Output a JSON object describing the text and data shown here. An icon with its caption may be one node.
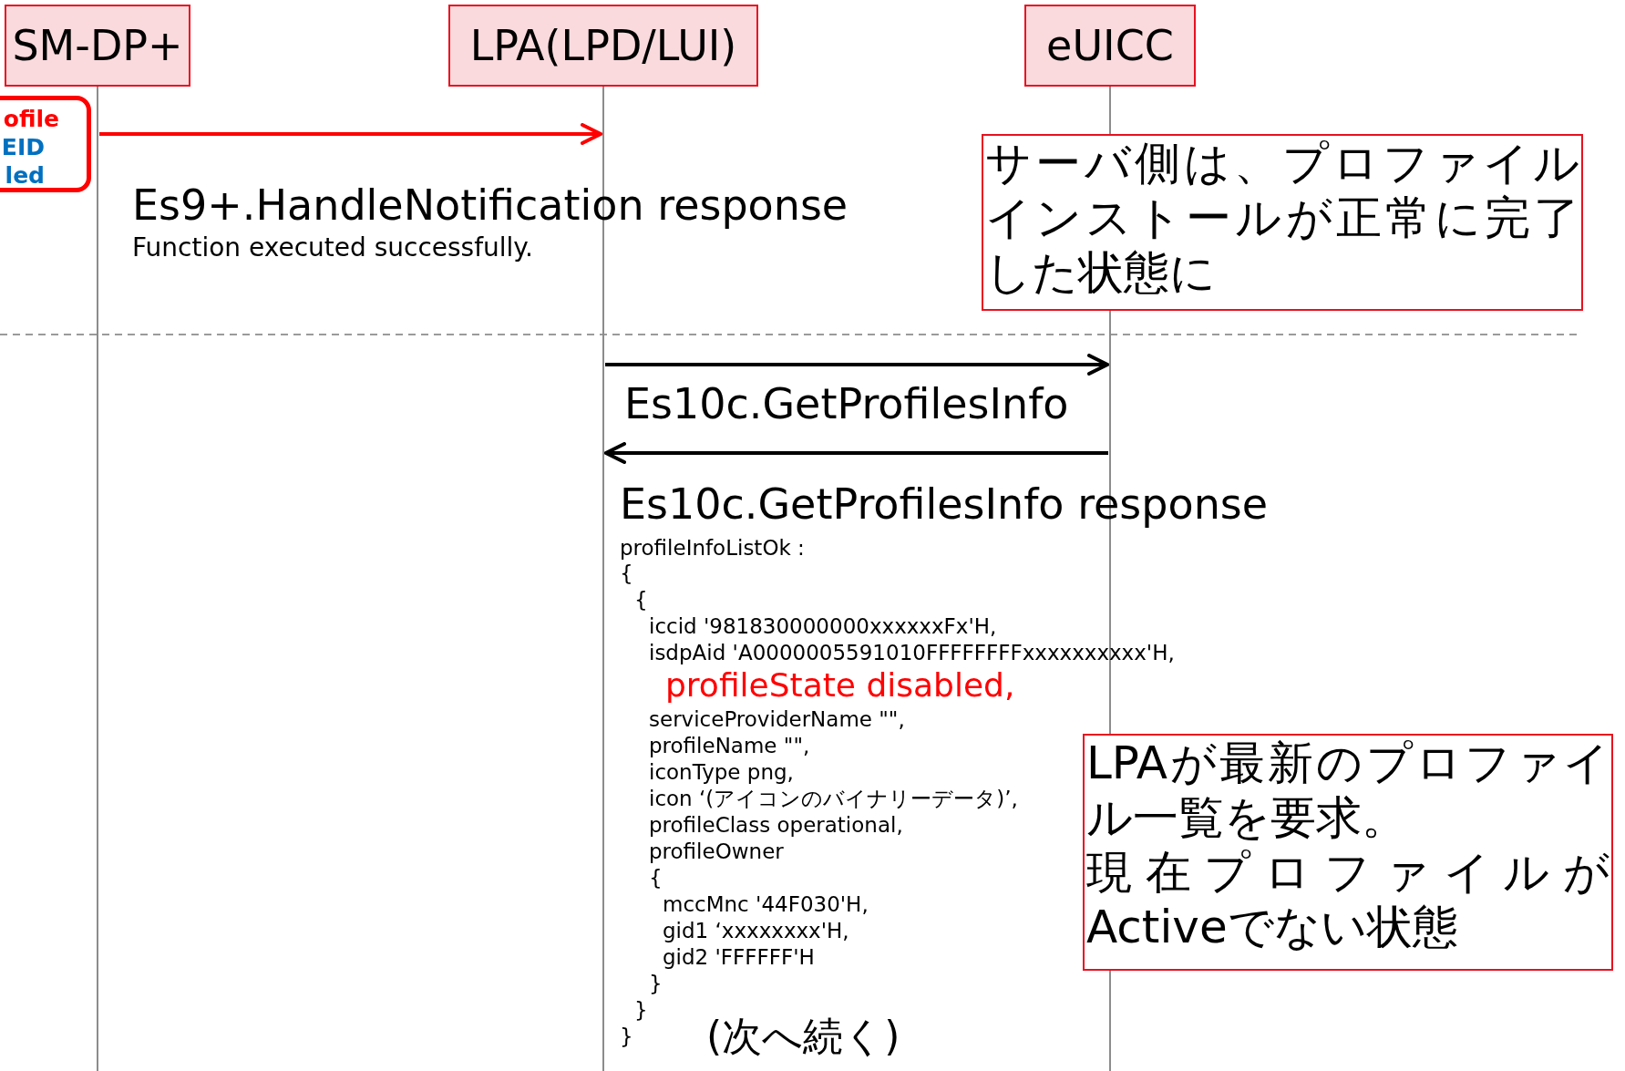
{
  "diagram": {
    "nodes": [
      {
        "text": [
          "SM-DP+"
        ]
      },
      {
        "text": [
          "LPA(LPD/LUI)"
        ]
      },
      {
        "text": [
          "eUICC"
        ]
      },
      {
        "text": [
          "ofile",
          "EID",
          "led"
        ]
      },
      {
        "text": [
          "サーバ側は、プロファイルインストールが正常に完了した状態に"
        ]
      },
      {
        "text": [
          "LPAが最新のプロファイル一覧を要求。",
          "現在プロファイルがActiveでない状態"
        ]
      }
    ],
    "edges": [
      {
        "from": 0,
        "to": 1,
        "arrow": "to",
        "label": "Es9+.HandleNotification response",
        "color": "#ff0000"
      },
      {
        "from": 1,
        "to": 2,
        "arrow": "to",
        "label": "Es10c.GetProfilesInfo"
      },
      {
        "from": 2,
        "to": 1,
        "arrow": "to",
        "label": "Es10c.GetProfilesInfo response"
      }
    ],
    "labels": [
      "Function executed successfully.",
      "profileInfoListOk :",
      "{",
      "{",
      "iccid '981830000000xxxxxxFx'H,",
      "isdpAid 'A0000005591010FFFFFFFFxxxxxxxxxx'H,",
      "profileState disabled,",
      "serviceProviderName \"\",",
      "profileName \"\",",
      "iconType png,",
      "icon ‘(アイコンのバイナリーデータ)’,",
      "profileClass operational,",
      "profileOwner",
      "{",
      "mccMnc '44F030'H,",
      "gid1 ‘xxxxxxxx'H,",
      "gid2 'FFFFFF'H",
      "}",
      "}",
      "}",
      "(次へ続く)"
    ]
  }
}
